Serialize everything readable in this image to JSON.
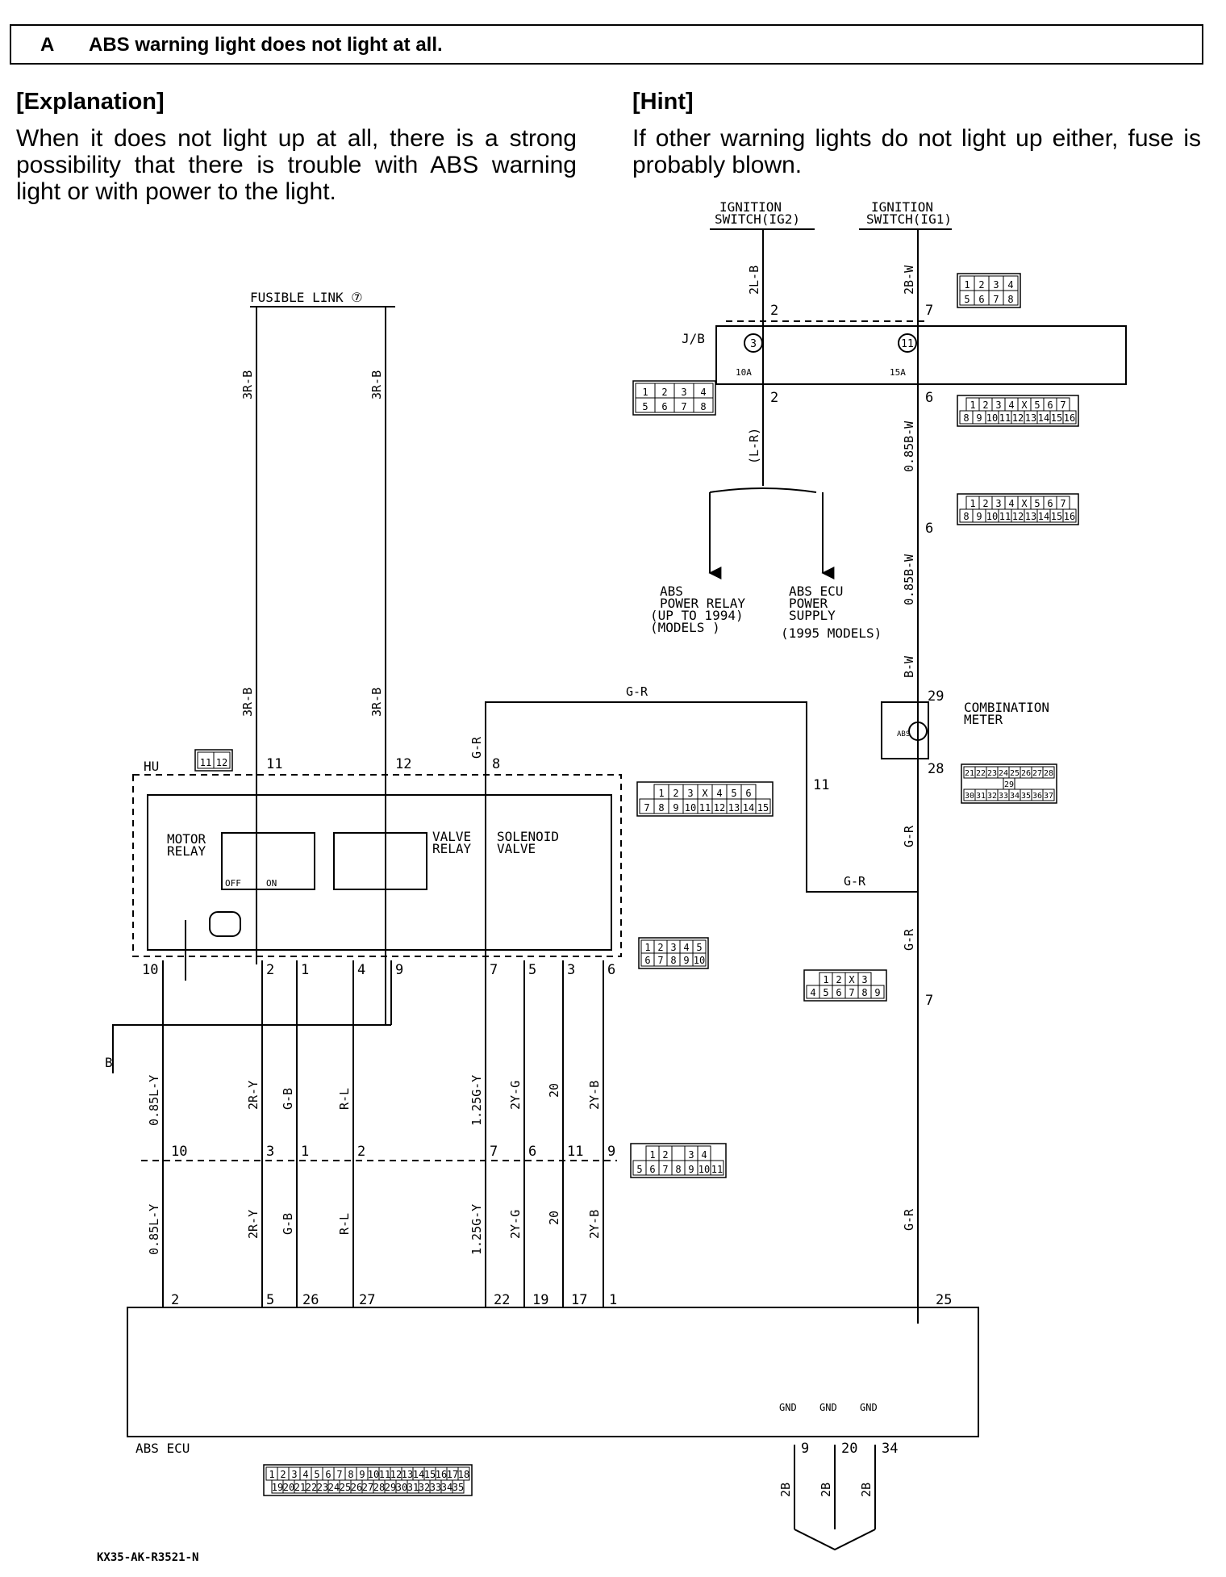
{
  "header": {
    "letter": "A",
    "title": "ABS warning light does not light at all."
  },
  "explanation": {
    "heading": "[Explanation]",
    "body": "When it does not light up at all, there is a strong possibility that there is trouble with ABS warning light or with power to the light."
  },
  "hint": {
    "heading": "[Hint]",
    "body": "If other warning lights do not light up either, fuse is probably blown."
  },
  "labels": {
    "ign_ig2": [
      "IGNITION",
      "SWITCH(IG2)"
    ],
    "ign_ig1": [
      "IGNITION",
      "SWITCH(IG1)"
    ],
    "fusible_link": "FUSIBLE LINK ⑦",
    "jb": "J/B",
    "fuse_a_num": "3",
    "fuse_a_rating": "10A",
    "fuse_b_num": "11",
    "fuse_b_rating": "15A",
    "abs_power_relay": [
      "ABS",
      "POWER RELAY",
      "(UP TO 1994)",
      "(MODELS    )"
    ],
    "abs_ecu_power": [
      "ABS ECU",
      "POWER",
      "SUPPLY",
      "(1995 MODELS)"
    ],
    "combination_meter": [
      "COMBINATION",
      "METER"
    ],
    "abs_lamp": "ABS",
    "hu": "HU",
    "motor_relay": [
      "MOTOR",
      "RELAY"
    ],
    "valve_relay": [
      "VALVE",
      "RELAY"
    ],
    "solenoid_valve": [
      "SOLENOID",
      "VALVE"
    ],
    "off": "OFF",
    "on": "ON",
    "abs_ecu": "ABS ECU",
    "gnd": "GND",
    "b_ground": "B"
  },
  "wires": {
    "w_2lb": "2L-B",
    "w_2bw": "2B-W",
    "w_lr": "(L-R)",
    "w_085bw_a": "0.85B-W",
    "w_085bw_b": "0.85B-W",
    "w_bw": "B-W",
    "w_3rb_1": "3R-B",
    "w_3rb_2": "3R-B",
    "w_3rb_3": "3R-B",
    "w_3rb_4": "3R-B",
    "w_gr_top": "G-R",
    "w_gr_v": "G-R",
    "w_gr_mid": "G-R",
    "w_gr_m1": "G-R",
    "w_gr_m2": "G-R",
    "w_gr_low": "G-R",
    "w_085ly_a": "0.85L-Y",
    "w_2ry_a": "2R-Y",
    "w_gb_a": "G-B",
    "w_rl_a": "R-L",
    "w_125gy_a": "1.25G-Y",
    "w_2yg_a": "2Y-G",
    "w_20_a": "20",
    "w_2yb_a": "2Y-B",
    "w_085ly_b": "0.85L-Y",
    "w_2ry_b": "2R-Y",
    "w_gb_b": "G-B",
    "w_rl_b": "R-L",
    "w_125gy_b": "1.25G-Y",
    "w_2yg_b": "2Y-G",
    "w_20_b": "20",
    "w_2yb_b": "2Y-B",
    "w_2b_1": "2B",
    "w_2b_2": "2B",
    "w_2b_3": "2B"
  },
  "pins": {
    "p_ig2": "2",
    "p_ig1": "7",
    "p_jb2": "2",
    "p_jb6": "6",
    "p_j6b": "6",
    "p_29": "29",
    "p_28": "28",
    "p_11r": "11",
    "p_7r": "7",
    "p_hu11": "11",
    "p_hu12": "12",
    "p_hu8": "8",
    "hu_bottom": [
      "10",
      "2",
      "1",
      "4",
      "9",
      "7",
      "5",
      "3",
      "6"
    ],
    "mid": [
      "10",
      "3",
      "1",
      "2",
      "7",
      "6",
      "11",
      "9"
    ],
    "ecu": [
      "2",
      "5",
      "26",
      "27",
      "22",
      "19",
      "17",
      "1",
      "25"
    ],
    "gnd": [
      "9",
      "20",
      "34"
    ]
  },
  "connectors": {
    "c_top_right": [
      [
        "1",
        "2",
        "3",
        "4"
      ],
      [
        "5",
        "6",
        "7",
        "8"
      ]
    ],
    "c_jb_left": [
      [
        "1",
        "2",
        "3",
        "4"
      ],
      [
        "5",
        "6",
        "7",
        "8"
      ]
    ],
    "c_jb_right": [
      [
        "1",
        "2",
        "3",
        "4",
        "X",
        "5",
        "6",
        "7"
      ],
      [
        "8",
        "9",
        "10",
        "11",
        "12",
        "13",
        "14",
        "15",
        "16"
      ]
    ],
    "c_mid_right": [
      [
        "1",
        "2",
        "3",
        "4",
        "X",
        "5",
        "6",
        "7"
      ],
      [
        "8",
        "9",
        "10",
        "11",
        "12",
        "13",
        "14",
        "15",
        "16"
      ]
    ],
    "c_meter": [
      [
        "21",
        "22",
        "23",
        "24",
        "25",
        "26",
        "27",
        "28"
      ],
      [
        "29"
      ],
      [
        "30",
        "31",
        "32",
        "33",
        "34",
        "35",
        "36",
        "37"
      ]
    ],
    "c_hu_small": [
      [
        "11",
        "12"
      ]
    ],
    "c_hu_right": [
      [
        "1",
        "2",
        "3",
        "X",
        "4",
        "5",
        "6"
      ],
      [
        "7",
        "8",
        "9",
        "10",
        "11",
        "12",
        "13",
        "14",
        "15"
      ]
    ],
    "c_hu_round": [
      [
        "1",
        "2",
        "3",
        "4",
        "5"
      ],
      [
        "6",
        "7",
        "8",
        "9",
        "10"
      ]
    ],
    "c_gr_right": [
      [
        "1",
        "2",
        "X",
        "3"
      ],
      [
        "4",
        "5",
        "6",
        "7",
        "8",
        "9"
      ]
    ],
    "c_mid_row": [
      [
        "1",
        "2",
        "",
        "3",
        "4"
      ],
      [
        "5",
        "6",
        "7",
        "8",
        "9",
        "10",
        "11"
      ]
    ],
    "c_ecu": [
      [
        "1",
        "2",
        "3",
        "4",
        "5",
        "6",
        "7",
        "8",
        "9",
        "10",
        "11",
        "12",
        "13",
        "14",
        "15",
        "16",
        "17",
        "18"
      ],
      [
        "19",
        "20",
        "21",
        "22",
        "23",
        "24",
        "25",
        "26",
        "27",
        "28",
        "29",
        "30",
        "31",
        "32",
        "33",
        "34",
        "35"
      ]
    ]
  },
  "footer": {
    "code": "KX35-AK-R3521-N"
  }
}
